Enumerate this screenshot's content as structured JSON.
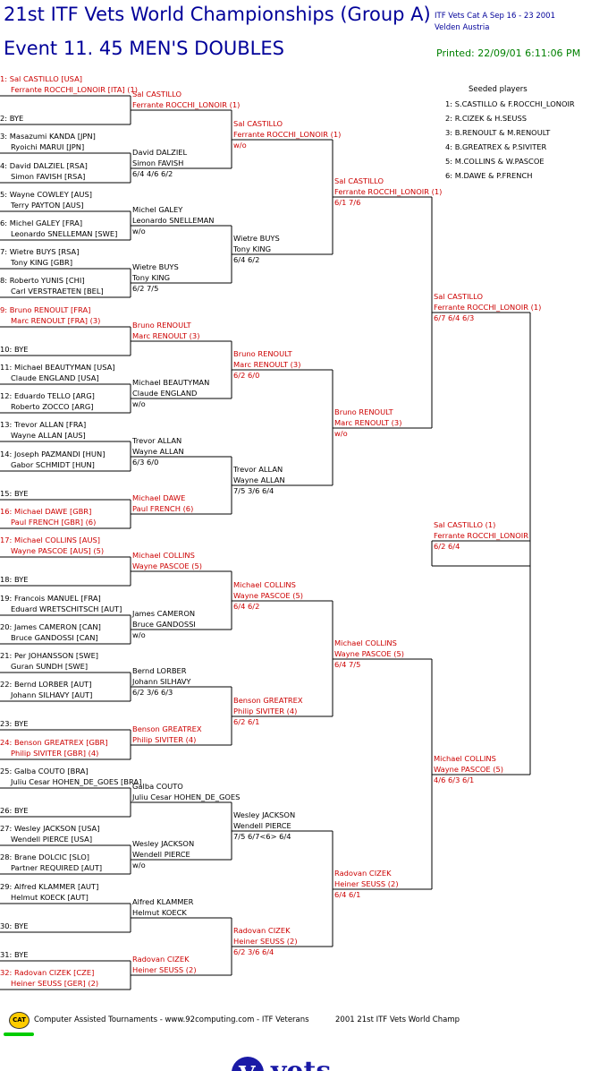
{
  "header": {
    "title": "21st ITF Vets World Championships (Group A)",
    "event": "Event 11. 45 MEN'S DOUBLES",
    "meta_line1": "ITF Vets Cat A   Sep 16 - 23 2001",
    "meta_line2": "Velden    Austria",
    "printed": "Printed: 22/09/01 6:11:06 PM"
  },
  "round1": [
    {
      "l1": "1: Sal CASTILLO [USA]",
      "l2": "Ferrante ROCCHI_LONOIR [ITA] (1)",
      "red": true
    },
    {
      "l1": "2: BYE",
      "l2": "",
      "red": false
    },
    {
      "l1": "3: Masazumi KANDA [JPN]",
      "l2": "Ryoichi MARUI [JPN]",
      "red": false
    },
    {
      "l1": "4: David DALZIEL [RSA]",
      "l2": "Simon FAVISH [RSA]",
      "red": false
    },
    {
      "l1": "5: Wayne COWLEY [AUS]",
      "l2": "Terry PAYTON [AUS]",
      "red": false
    },
    {
      "l1": "6: Michel GALEY [FRA]",
      "l2": "Leonardo SNELLEMAN [SWE]",
      "red": false
    },
    {
      "l1": "7: Wietre BUYS [RSA]",
      "l2": "Tony KING [GBR]",
      "red": false
    },
    {
      "l1": "8: Roberto YUNIS [CHI]",
      "l2": "Carl VERSTRAETEN [BEL]",
      "red": false
    },
    {
      "l1": "9: Bruno RENOULT [FRA]",
      "l2": "Marc RENOULT [FRA] (3)",
      "red": true
    },
    {
      "l1": "10: BYE",
      "l2": "",
      "red": false
    },
    {
      "l1": "11: Michael BEAUTYMAN [USA]",
      "l2": "Claude ENGLAND [USA]",
      "red": false
    },
    {
      "l1": "12: Eduardo TELLO [ARG]",
      "l2": "Roberto ZOCCO [ARG]",
      "red": false
    },
    {
      "l1": "13: Trevor ALLAN [FRA]",
      "l2": "Wayne ALLAN [AUS]",
      "red": false
    },
    {
      "l1": "14: Joseph PAZMANDI [HUN]",
      "l2": "Gabor SCHMIDT [HUN]",
      "red": false
    },
    {
      "l1": "15: BYE",
      "l2": "",
      "red": false
    },
    {
      "l1": "16: Michael DAWE [GBR]",
      "l2": "Paul FRENCH [GBR] (6)",
      "red": true
    },
    {
      "l1": "17: Michael COLLINS [AUS]",
      "l2": "Wayne PASCOE [AUS] (5)",
      "red": true
    },
    {
      "l1": "18: BYE",
      "l2": "",
      "red": false
    },
    {
      "l1": "19: Francois MANUEL [FRA]",
      "l2": "Eduard WRETSCHITSCH [AUT]",
      "red": false
    },
    {
      "l1": "20: James CAMERON [CAN]",
      "l2": "Bruce GANDOSSI [CAN]",
      "red": false
    },
    {
      "l1": "21: Per JOHANSSON [SWE]",
      "l2": "Guran SUNDH [SWE]",
      "red": false
    },
    {
      "l1": "22: Bernd LORBER [AUT]",
      "l2": "Johann SILHAVY [AUT]",
      "red": false
    },
    {
      "l1": "23: BYE",
      "l2": "",
      "red": false
    },
    {
      "l1": "24: Benson GREATREX [GBR]",
      "l2": "Philip SIVITER [GBR] (4)",
      "red": true
    },
    {
      "l1": "25: Galba COUTO [BRA]",
      "l2": "Juliu Cesar HOHEN_DE_GOES [BRA]",
      "red": false
    },
    {
      "l1": "26: BYE",
      "l2": "",
      "red": false
    },
    {
      "l1": "27: Wesley JACKSON [USA]",
      "l2": "Wendell PIERCE [USA]",
      "red": false
    },
    {
      "l1": "28: Brane DOLCIC [SLO]",
      "l2": "Partner REQUIRED [AUT]",
      "red": false
    },
    {
      "l1": "29: Alfred KLAMMER [AUT]",
      "l2": "Helmut KOECK [AUT]",
      "red": false
    },
    {
      "l1": "30: BYE",
      "l2": "",
      "red": false
    },
    {
      "l1": "31: BYE",
      "l2": "",
      "red": false
    },
    {
      "l1": "32: Radovan CIZEK [CZE]",
      "l2": "Heiner SEUSS [GER] (2)",
      "red": true
    }
  ],
  "round2": [
    {
      "l1": "Sal CASTILLO",
      "l2": "Ferrante ROCCHI_LONOIR (1)",
      "score": "",
      "red": true
    },
    {
      "l1": "David DALZIEL",
      "l2": "Simon FAVISH",
      "score": "6/4 4/6 6/2",
      "red": false
    },
    {
      "l1": "Michel GALEY",
      "l2": "Leonardo SNELLEMAN",
      "score": "w/o",
      "red": false
    },
    {
      "l1": "Wietre BUYS",
      "l2": "Tony KING",
      "score": "6/2 7/5",
      "red": false
    },
    {
      "l1": "Bruno RENOULT",
      "l2": "Marc RENOULT (3)",
      "score": "",
      "red": true
    },
    {
      "l1": "Michael BEAUTYMAN",
      "l2": "Claude ENGLAND",
      "score": "w/o",
      "red": false
    },
    {
      "l1": "Trevor ALLAN",
      "l2": "Wayne ALLAN",
      "score": "6/3 6/0",
      "red": false
    },
    {
      "l1": "Michael DAWE",
      "l2": "Paul FRENCH (6)",
      "score": "",
      "red": true
    },
    {
      "l1": "Michael COLLINS",
      "l2": "Wayne PASCOE (5)",
      "score": "",
      "red": true
    },
    {
      "l1": "James CAMERON",
      "l2": "Bruce GANDOSSI",
      "score": "w/o",
      "red": false
    },
    {
      "l1": "Bernd LORBER",
      "l2": "Johann SILHAVY",
      "score": "6/2 3/6 6/3",
      "red": false
    },
    {
      "l1": "Benson GREATREX",
      "l2": "Philip SIVITER (4)",
      "score": "",
      "red": true
    },
    {
      "l1": "Galba COUTO",
      "l2": "Juliu Cesar HOHEN_DE_GOES",
      "score": "",
      "red": false
    },
    {
      "l1": "Wesley JACKSON",
      "l2": "Wendell PIERCE",
      "score": "w/o",
      "red": false
    },
    {
      "l1": "Alfred KLAMMER",
      "l2": "Helmut KOECK",
      "score": "",
      "red": false
    },
    {
      "l1": "Radovan CIZEK",
      "l2": "Heiner SEUSS (2)",
      "score": "",
      "red": true
    }
  ],
  "round3": [
    {
      "l1": "Sal CASTILLO",
      "l2": "Ferrante ROCCHI_LONOIR (1)",
      "score": "w/o",
      "red": true
    },
    {
      "l1": "Wietre BUYS",
      "l2": "Tony KING",
      "score": "6/4 6/2",
      "red": false
    },
    {
      "l1": "Bruno RENOULT",
      "l2": "Marc RENOULT (3)",
      "score": "6/2 6/0",
      "red": true
    },
    {
      "l1": "Trevor ALLAN",
      "l2": "Wayne ALLAN",
      "score": "7/5 3/6 6/4",
      "red": false
    },
    {
      "l1": "Michael COLLINS",
      "l2": "Wayne PASCOE (5)",
      "score": "6/4 6/2",
      "red": true
    },
    {
      "l1": "Benson GREATREX",
      "l2": "Philip SIVITER (4)",
      "score": "6/2 6/1",
      "red": true
    },
    {
      "l1": "Wesley JACKSON",
      "l2": "Wendell PIERCE",
      "score": "7/5 6/7<6> 6/4",
      "red": false
    },
    {
      "l1": "Radovan CIZEK",
      "l2": "Heiner SEUSS (2)",
      "score": "6/2 3/6 6/4",
      "red": true
    }
  ],
  "round4": [
    {
      "l1": "Sal CASTILLO",
      "l2": "Ferrante ROCCHI_LONOIR (1)",
      "score": "6/1 7/6",
      "red": true
    },
    {
      "l1": "Bruno RENOULT",
      "l2": "Marc RENOULT (3)",
      "score": "w/o",
      "red": true
    },
    {
      "l1": "Michael COLLINS",
      "l2": "Wayne PASCOE (5)",
      "score": "6/4 7/5",
      "red": true
    },
    {
      "l1": "Radovan CIZEK",
      "l2": "Heiner SEUSS (2)",
      "score": "6/4 6/1",
      "red": true
    }
  ],
  "round5": [
    {
      "l1": "Sal CASTILLO",
      "l2": "Ferrante ROCCHI_LONOIR (1)",
      "score": "6/7 6/4 6/3",
      "red": true
    },
    {
      "l1": "Michael COLLINS",
      "l2": "Wayne PASCOE (5)",
      "score": "4/6 6/3 6/1",
      "red": true
    }
  ],
  "final": {
    "l1": "Sal CASTILLO (1)",
    "l2": "Ferrante ROCCHI_LONOIR",
    "score": "6/2 6/4",
    "red": true
  },
  "seeds": {
    "title": "Seeded players",
    "items": [
      "1: S.CASTILLO & F.ROCCHI_LONOIR",
      "2: R.CIZEK & H.SEUSS",
      "3: B.RENOULT & M.RENOULT",
      "4: B.GREATREX & P.SIVITER",
      "5: M.COLLINS & W.PASCOE",
      "6: M.DAWE & P.FRENCH"
    ]
  },
  "footer": {
    "logo": "CAT",
    "text1": "Computer Assisted Tournaments - www.92computing.com -  ITF Veterans",
    "text2": "2001 21st ITF Vets World Champ",
    "vets_logo": "vets"
  },
  "colors": {
    "title": "#000099",
    "winner_red": "#cc0000",
    "printed_green": "#008000",
    "line": "#000000"
  }
}
